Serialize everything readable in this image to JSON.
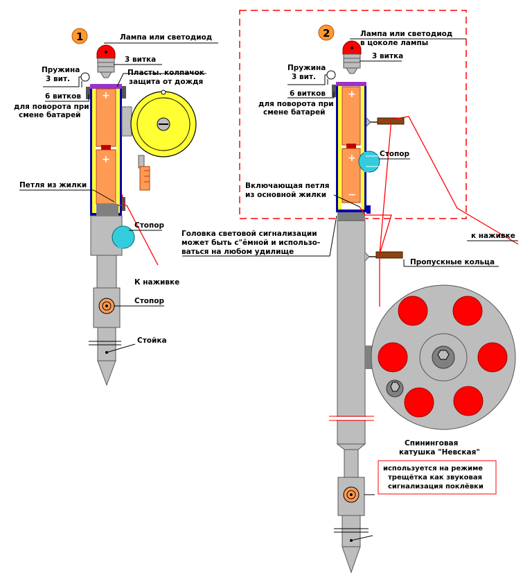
{
  "colors": {
    "red": "#ff0000",
    "dark_red": "#c00000",
    "orange": "#ff9a55",
    "yellow": "#ffff33",
    "blue": "#0000aa",
    "cyan": "#33ccdd",
    "gray": "#bdbdbd",
    "dark_gray": "#808080",
    "brown": "#8b4513",
    "purple": "#9933cc"
  },
  "badges": {
    "one": "1",
    "two": "2"
  },
  "left": {
    "lamp": "Лампа или светодиод",
    "turns3": "3 витка",
    "spring1": "Пружина",
    "spring2": "3 вит.",
    "cap1": "Пласты. колпачок",
    "cap2": "защита от дождя",
    "turns6": "6 витков",
    "rotate1": "для поворота при",
    "rotate2": "смене батарей",
    "loop": "Петля из жилки",
    "stopper1": "Стопор",
    "bait": "К наживке",
    "stopper2": "Стопор",
    "stand": "Стойка"
  },
  "right": {
    "lamp1": "Лампа или светодиод",
    "lamp2": "в цоколе лампы",
    "turns3": "3 витка",
    "spring1": "Пружина",
    "spring2": "3 вит.",
    "turns6": "6 витков",
    "rotate1": "для поворота при",
    "rotate2": "смене батарей",
    "stopper": "Стопор",
    "loop1": "Включающая петля",
    "loop2": "из основной жилки",
    "bait": "к наживке",
    "rings": "Пропускные кольца",
    "reel1": "Спининговая",
    "reel2": "катушка \"Невская\"",
    "note1": "используется на режиме",
    "note2": "трещётка как звуковая",
    "note3": "сигнализация поклёвки"
  },
  "middle": {
    "head1": "Головка световой сигнализации",
    "head2": "может быть с\"ёмной и использо-",
    "head3": "ваться на любом удилище"
  },
  "signs": {
    "plus": "+",
    "minus": "−"
  }
}
